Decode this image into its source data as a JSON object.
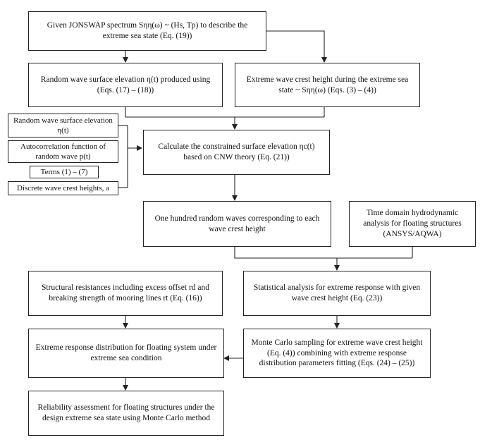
{
  "boxes": {
    "b1": "Given JONSWAP spectrum Sηη(ω) ~ (Hs, Tp) to describe the extreme sea state (Eq. (19))",
    "b2": "Random wave surface elevation η(t) produced using (Eqs. (17) – (18))",
    "b3": "Extreme wave crest height during the extreme sea state ~ Sηη(ω) (Eqs. (3) – (4))",
    "s1": "Random wave surface elevation η(t)",
    "s2": "Autocorrelation function of random wave p(t)",
    "s3": "Terms (1) – (7)",
    "s4": "Discrete wave crest heights, a",
    "b4": "Calculate the constrained surface elevation ηc(t) based on CNW theory (Eq. (21))",
    "b5": "One hundred random waves corresponding to each wave crest height",
    "b6": "Time domain hydrodynamic analysis for floating structures (ANSYS/AQWA)",
    "b7": "Structural resistances including excess offset rd and breaking strength of mooring lines rt (Eq. (16))",
    "b8": "Statistical analysis for extreme response with given wave crest height (Eq. (23))",
    "b9": "Extreme response distribution for floating system under extreme sea condition",
    "b10": "Monte Carlo sampling for extreme wave crest height (Eq. (4)) combining with extreme response distribution parameters fitting (Eqs. (24) – (25))",
    "b11": "Reliability assessment for floating structures under the design extreme sea state using Monte Carlo method"
  }
}
